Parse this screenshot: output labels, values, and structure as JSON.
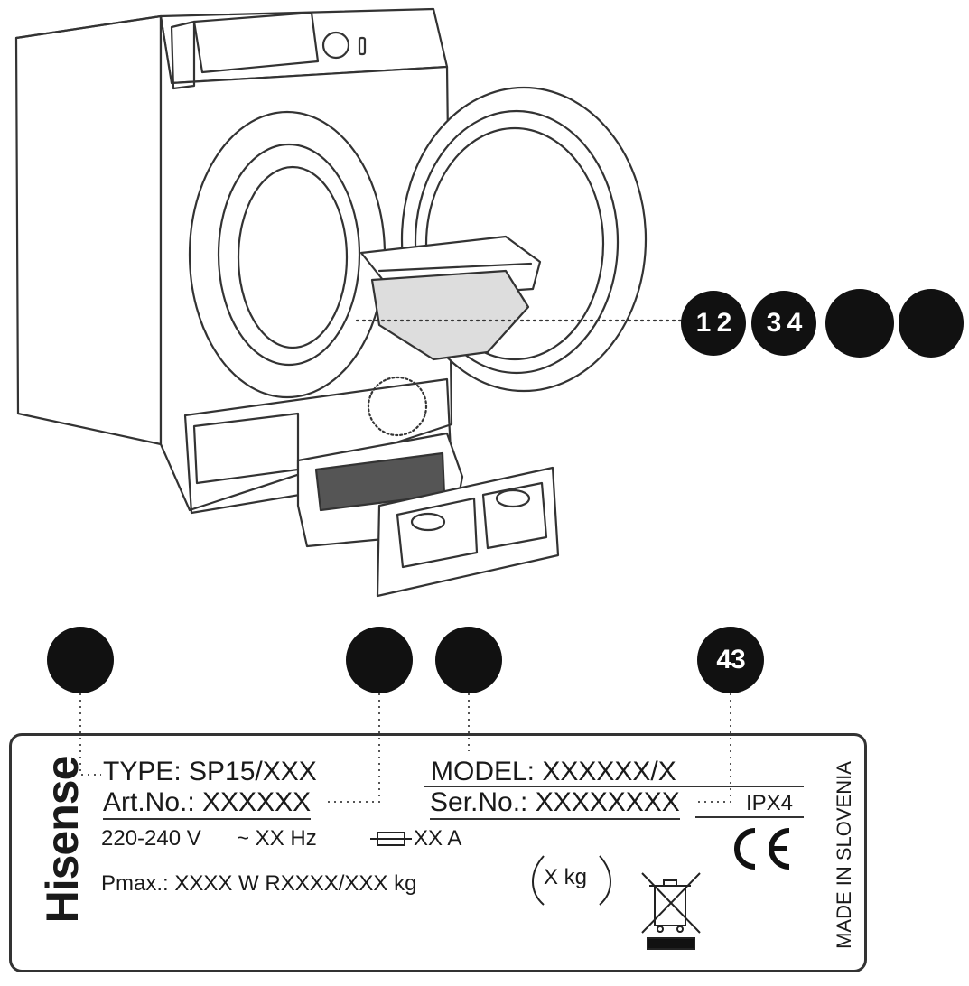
{
  "callouts": {
    "row_top": [
      "1 2",
      "3 4",
      "",
      ""
    ],
    "row_bottom": [
      "",
      "",
      "",
      "43"
    ]
  },
  "label": {
    "brand": "Hisense",
    "type": "TYPE: SP15/XXX",
    "model": "MODEL: XXXXXX/X",
    "art_no": "Art.No.: XXXXXX",
    "ser_no": "Ser.No.: XXXXXXXX",
    "ipx": "IPX4",
    "voltage": "220-240 V",
    "frequency": "~ XX Hz",
    "fuse": "XX A",
    "pmax": "Pmax.: XXXX W RXXXX/XXX kg",
    "capacity": "X kg",
    "ce": "CE",
    "made_in": "MADE IN SLOVENIA"
  },
  "icons": {
    "fuse": "fuse-icon",
    "weee": "crossed-bin-icon",
    "ce": "ce-mark-icon"
  }
}
